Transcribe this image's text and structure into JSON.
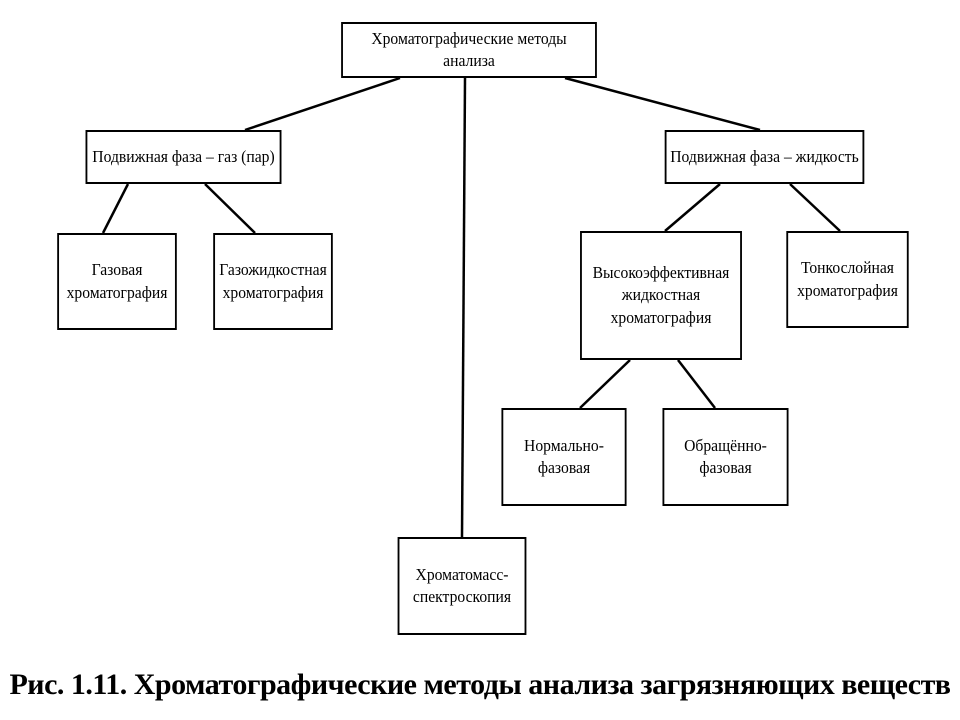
{
  "diagram": {
    "root": "Хроматографические методы анализа",
    "gas_phase": "Подвижная фаза – газ (пар)",
    "liquid_phase": "Подвижная фаза – жидкость",
    "gas_chromatography": "Газовая\nхроматография",
    "gas_liquid_chromatography": "Газожидкостная\nхроматография",
    "hplc": "Высокоэффективная\nжидкостная\nхроматография",
    "thin_layer": "Тонкослойная\nхроматография",
    "normal_phase": "Нормально-\nфазовая",
    "reversed_phase": "Обращённо-\nфазовая",
    "chromato_mass": "Хроматомасс-\nспектроскопия"
  },
  "caption": "Рис. 1.11. Хроматографические методы анализа загрязняющих веществ"
}
